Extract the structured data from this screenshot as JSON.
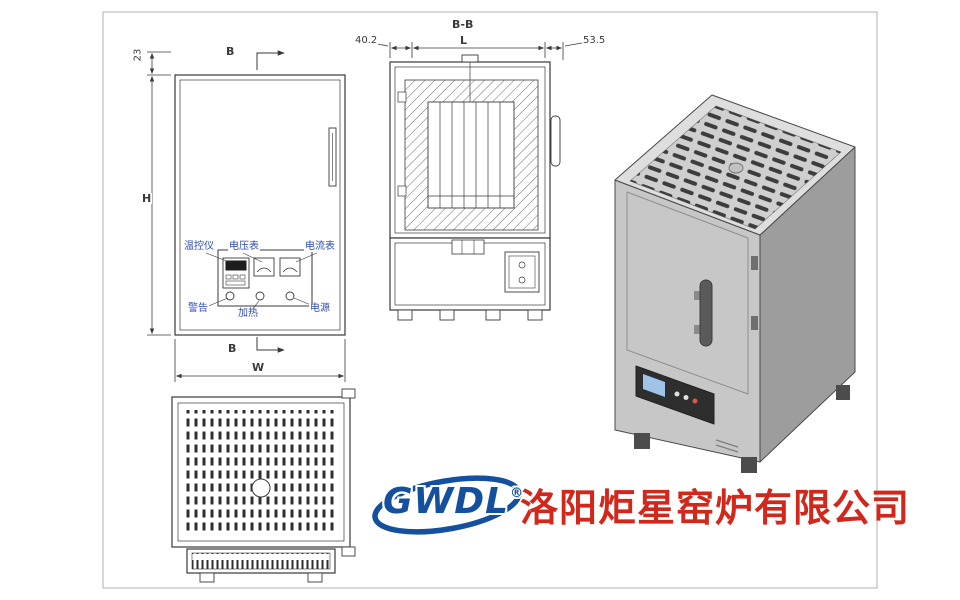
{
  "sheet": {
    "frame_color": "#b0b0b0",
    "line_color": "#3a3a3a"
  },
  "front_view": {
    "dim_top_offset": "23",
    "dim_height": "H",
    "dim_width": "W",
    "section_marker_top": "B",
    "section_marker_bottom": "B",
    "label_color": "#2f4dae",
    "panel_labels": {
      "controller": "温控仪",
      "voltmeter": "电压表",
      "ammeter": "电流表"
    },
    "indicator_labels": {
      "warning": "警告",
      "heating": "加热",
      "power": "电源"
    }
  },
  "section_view": {
    "title": "B-B",
    "dim_left": "40.2",
    "dim_center": "L",
    "dim_right": "53.5"
  },
  "logo": {
    "brand": "GWDL",
    "registered": "®",
    "company": "洛阳炬星窑炉有限公司",
    "brand_color": "#15509f",
    "company_color": "#d2271b"
  }
}
